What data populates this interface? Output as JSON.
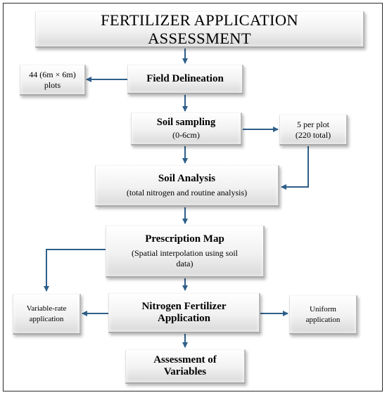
{
  "title": {
    "line1": "FERTILIZER APPLICATION",
    "line2": "ASSESSMENT"
  },
  "nodes": {
    "plots": {
      "line1": "44 (6m × 6m)",
      "line2": "plots"
    },
    "field": {
      "title": "Field Delineation"
    },
    "sampling": {
      "title": "Soil sampling",
      "sub": "(0-6cm)"
    },
    "perplot": {
      "line1": "5 per plot",
      "line2": "(220 total)"
    },
    "analysis": {
      "title": "Soil Analysis",
      "sub": "(total nitrogen and routine analysis)"
    },
    "prescription": {
      "title": "Prescription Map",
      "sub1": "(Spatial interpolation using soil",
      "sub2": "data)"
    },
    "variable": {
      "line1": "Variable-rate",
      "line2": "application"
    },
    "nitrogen": {
      "line1": "Nitrogen Fertilizer",
      "line2": "Application"
    },
    "uniform": {
      "line1": "Uniform",
      "line2": "application"
    },
    "assessment": {
      "line1": "Assessment of",
      "line2": "Variables"
    }
  },
  "colors": {
    "arrow": "#2e5f8a",
    "frame": "#2b2b2b"
  }
}
